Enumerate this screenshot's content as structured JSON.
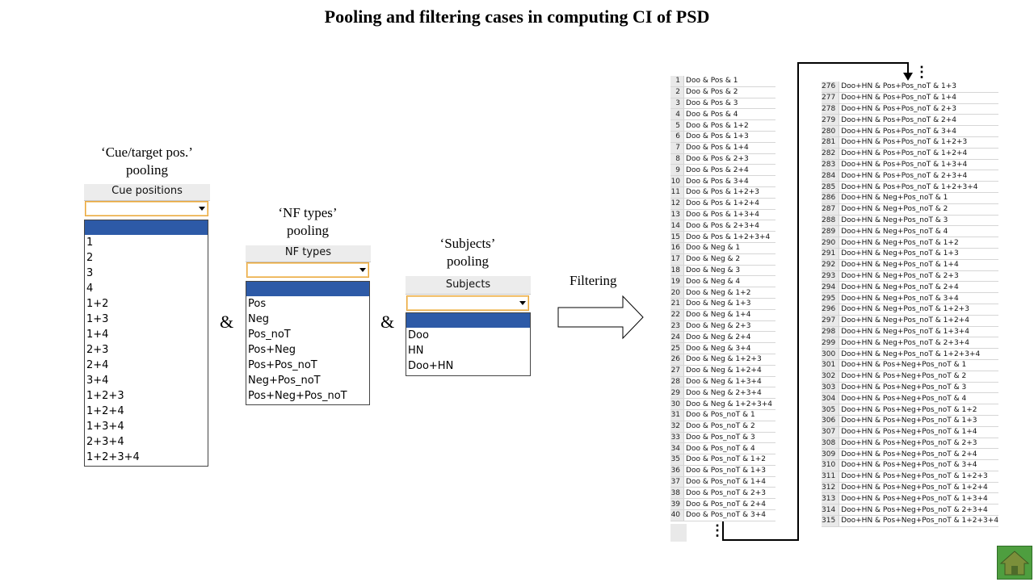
{
  "title": "Pooling and filtering cases in computing CI of PSD",
  "cue_header": {
    "line1": "‘Cue/target pos.’",
    "line2": "pooling"
  },
  "nf_header": {
    "line1": "‘NF types’",
    "line2": "pooling"
  },
  "subj_header": {
    "line1": "‘Subjects’",
    "line2": "pooling"
  },
  "ampersand": "&",
  "filtering_label": "Filtering",
  "ellipsis": "⋮",
  "cue_dropdown": {
    "header": "Cue positions",
    "options": [
      "1",
      "2",
      "3",
      "4",
      "1+2",
      "1+3",
      "1+4",
      "2+3",
      "2+4",
      "3+4",
      "1+2+3",
      "1+2+4",
      "1+3+4",
      "2+3+4",
      "1+2+3+4"
    ]
  },
  "nf_dropdown": {
    "header": "NF types",
    "options": [
      "Pos",
      "Neg",
      "Pos_noT",
      "Pos+Neg",
      "Pos+Pos_noT",
      "Neg+Pos_noT",
      "Pos+Neg+Pos_noT"
    ]
  },
  "subj_dropdown": {
    "header": "Subjects",
    "options": [
      "Doo",
      "HN",
      "Doo+HN"
    ]
  },
  "table_left": {
    "rows": [
      [
        "1",
        "Doo & Pos & 1"
      ],
      [
        "2",
        "Doo & Pos & 2"
      ],
      [
        "3",
        "Doo & Pos & 3"
      ],
      [
        "4",
        "Doo & Pos & 4"
      ],
      [
        "5",
        "Doo & Pos & 1+2"
      ],
      [
        "6",
        "Doo & Pos & 1+3"
      ],
      [
        "7",
        "Doo & Pos & 1+4"
      ],
      [
        "8",
        "Doo & Pos & 2+3"
      ],
      [
        "9",
        "Doo & Pos & 2+4"
      ],
      [
        "10",
        "Doo & Pos & 3+4"
      ],
      [
        "11",
        "Doo & Pos & 1+2+3"
      ],
      [
        "12",
        "Doo & Pos & 1+2+4"
      ],
      [
        "13",
        "Doo & Pos & 1+3+4"
      ],
      [
        "14",
        "Doo & Pos & 2+3+4"
      ],
      [
        "15",
        "Doo & Pos & 1+2+3+4"
      ],
      [
        "16",
        "Doo & Neg & 1"
      ],
      [
        "17",
        "Doo & Neg & 2"
      ],
      [
        "18",
        "Doo & Neg & 3"
      ],
      [
        "19",
        "Doo & Neg & 4"
      ],
      [
        "20",
        "Doo & Neg & 1+2"
      ],
      [
        "21",
        "Doo & Neg & 1+3"
      ],
      [
        "22",
        "Doo & Neg & 1+4"
      ],
      [
        "23",
        "Doo & Neg & 2+3"
      ],
      [
        "24",
        "Doo & Neg & 2+4"
      ],
      [
        "25",
        "Doo & Neg & 3+4"
      ],
      [
        "26",
        "Doo & Neg & 1+2+3"
      ],
      [
        "27",
        "Doo & Neg & 1+2+4"
      ],
      [
        "28",
        "Doo & Neg & 1+3+4"
      ],
      [
        "29",
        "Doo & Neg & 2+3+4"
      ],
      [
        "30",
        "Doo & Neg & 1+2+3+4"
      ],
      [
        "31",
        "Doo & Pos_noT & 1"
      ],
      [
        "32",
        "Doo & Pos_noT & 2"
      ],
      [
        "33",
        "Doo & Pos_noT & 3"
      ],
      [
        "34",
        "Doo & Pos_noT & 4"
      ],
      [
        "35",
        "Doo & Pos_noT & 1+2"
      ],
      [
        "36",
        "Doo & Pos_noT & 1+3"
      ],
      [
        "37",
        "Doo & Pos_noT & 1+4"
      ],
      [
        "38",
        "Doo & Pos_noT & 2+3"
      ],
      [
        "39",
        "Doo & Pos_noT & 2+4"
      ],
      [
        "40",
        "Doo & Pos_noT & 3+4"
      ]
    ]
  },
  "table_right": {
    "rows": [
      [
        "276",
        "Doo+HN & Pos+Pos_noT & 1+3"
      ],
      [
        "277",
        "Doo+HN & Pos+Pos_noT & 1+4"
      ],
      [
        "278",
        "Doo+HN & Pos+Pos_noT & 2+3"
      ],
      [
        "279",
        "Doo+HN & Pos+Pos_noT & 2+4"
      ],
      [
        "280",
        "Doo+HN & Pos+Pos_noT & 3+4"
      ],
      [
        "281",
        "Doo+HN & Pos+Pos_noT & 1+2+3"
      ],
      [
        "282",
        "Doo+HN & Pos+Pos_noT & 1+2+4"
      ],
      [
        "283",
        "Doo+HN & Pos+Pos_noT & 1+3+4"
      ],
      [
        "284",
        "Doo+HN & Pos+Pos_noT & 2+3+4"
      ],
      [
        "285",
        "Doo+HN & Pos+Pos_noT & 1+2+3+4"
      ],
      [
        "286",
        "Doo+HN & Neg+Pos_noT & 1"
      ],
      [
        "287",
        "Doo+HN & Neg+Pos_noT & 2"
      ],
      [
        "288",
        "Doo+HN & Neg+Pos_noT & 3"
      ],
      [
        "289",
        "Doo+HN & Neg+Pos_noT & 4"
      ],
      [
        "290",
        "Doo+HN & Neg+Pos_noT & 1+2"
      ],
      [
        "291",
        "Doo+HN & Neg+Pos_noT & 1+3"
      ],
      [
        "292",
        "Doo+HN & Neg+Pos_noT & 1+4"
      ],
      [
        "293",
        "Doo+HN & Neg+Pos_noT & 2+3"
      ],
      [
        "294",
        "Doo+HN & Neg+Pos_noT & 2+4"
      ],
      [
        "295",
        "Doo+HN & Neg+Pos_noT & 3+4"
      ],
      [
        "296",
        "Doo+HN & Neg+Pos_noT & 1+2+3"
      ],
      [
        "297",
        "Doo+HN & Neg+Pos_noT & 1+2+4"
      ],
      [
        "298",
        "Doo+HN & Neg+Pos_noT & 1+3+4"
      ],
      [
        "299",
        "Doo+HN & Neg+Pos_noT & 2+3+4"
      ],
      [
        "300",
        "Doo+HN & Neg+Pos_noT & 1+2+3+4"
      ],
      [
        "301",
        "Doo+HN & Pos+Neg+Pos_noT & 1"
      ],
      [
        "302",
        "Doo+HN & Pos+Neg+Pos_noT & 2"
      ],
      [
        "303",
        "Doo+HN & Pos+Neg+Pos_noT & 3"
      ],
      [
        "304",
        "Doo+HN & Pos+Neg+Pos_noT & 4"
      ],
      [
        "305",
        "Doo+HN & Pos+Neg+Pos_noT & 1+2"
      ],
      [
        "306",
        "Doo+HN & Pos+Neg+Pos_noT & 1+3"
      ],
      [
        "307",
        "Doo+HN & Pos+Neg+Pos_noT & 1+4"
      ],
      [
        "308",
        "Doo+HN & Pos+Neg+Pos_noT & 2+3"
      ],
      [
        "309",
        "Doo+HN & Pos+Neg+Pos_noT & 2+4"
      ],
      [
        "310",
        "Doo+HN & Pos+Neg+Pos_noT & 3+4"
      ],
      [
        "311",
        "Doo+HN & Pos+Neg+Pos_noT & 1+2+3"
      ],
      [
        "312",
        "Doo+HN & Pos+Neg+Pos_noT & 1+2+4"
      ],
      [
        "313",
        "Doo+HN & Pos+Neg+Pos_noT & 1+3+4"
      ],
      [
        "314",
        "Doo+HN & Pos+Neg+Pos_noT & 2+3+4"
      ],
      [
        "315",
        "Doo+HN & Pos+Neg+Pos_noT & 1+2+3+4"
      ]
    ]
  }
}
